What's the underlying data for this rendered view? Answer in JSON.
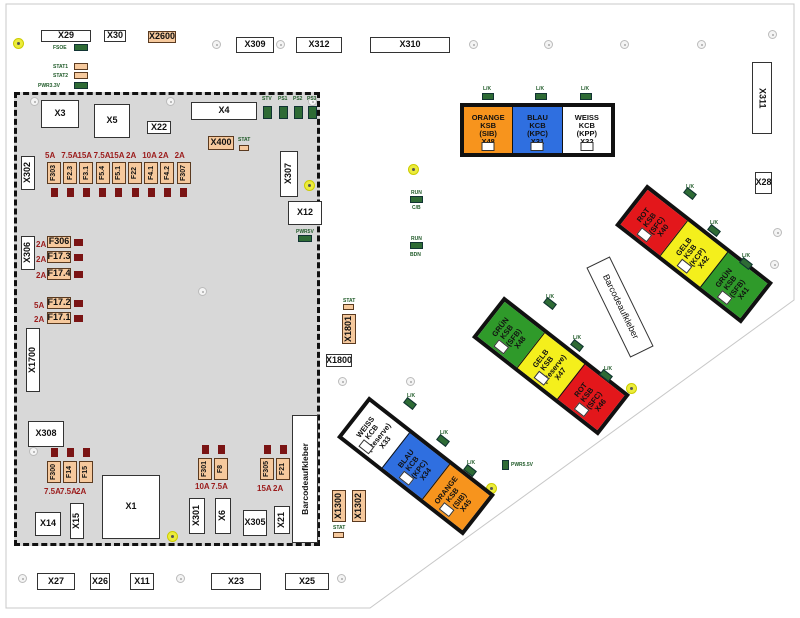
{
  "colors": {
    "orange": "#f7941d",
    "blue": "#2f6fe0",
    "white": "#ffffff",
    "red": "#e3171b",
    "yellow": "#f4ef1c",
    "green": "#2f9a2a",
    "fuse_body": "#f6c99d",
    "fuse_dark": "#7a1414",
    "panel_gray": "#d8d8d8",
    "led_green": "#2e6b35"
  },
  "top_connectors": {
    "x29": "X29",
    "x30": "X30",
    "x2600": "X2600",
    "x309": "X309",
    "x312": "X312",
    "x310": "X310",
    "x311": "X311",
    "x28": "X28"
  },
  "status_leds": {
    "fsoe": "FSOE",
    "stat1": "STAT1",
    "stat2": "STAT2",
    "pwr33": "PWR3.3V",
    "stv": "STV",
    "ps1": "PS1",
    "ps2": "PS2",
    "ps3": "PS3",
    "stat_x400": "STAT",
    "run1": "RUN",
    "cb": "C/B",
    "run2": "RUN",
    "bdn": "BDN",
    "pwr5": "PWR5V",
    "stat_x1801": "STAT",
    "stat_x1300": "STAT",
    "pwr5_right": "PWR5.5V",
    "lk": "L/K"
  },
  "panel": {
    "x3": "X3",
    "x5": "X5",
    "x22": "X22",
    "x4": "X4",
    "x400": "X400",
    "x302": "X302",
    "x307": "X307",
    "x12": "X12",
    "x306": "X306",
    "x1700": "X1700",
    "x308": "X308",
    "x1": "X1",
    "x14": "X14",
    "x15": "X15",
    "x301": "X301",
    "x6": "X6",
    "x305": "X305",
    "x21": "X21",
    "barcode": "Barcodeaufkleber"
  },
  "fuse_row_top": {
    "amps": [
      "5A",
      "7.5A",
      "15A",
      "7.5A",
      "15A",
      "2A",
      "10A",
      "2A",
      "2A"
    ],
    "labels": [
      "F303",
      "F2.3",
      "F3.1",
      "F5.4",
      "F5.1",
      "F22",
      "F4.1",
      "F4.2",
      "F307"
    ]
  },
  "fuse_col_left": {
    "amps_a": [
      "2A",
      "2A"
    ],
    "labels_a": [
      "F306",
      "F17.3"
    ],
    "amp_b": "2A",
    "label_b": "F17.4",
    "amps_c": [
      "5A",
      "2A"
    ],
    "labels_c": [
      "F17.2",
      "F17.1"
    ]
  },
  "fuse_bottom_left": {
    "labels": [
      "F300",
      "F14",
      "F15"
    ],
    "amps": [
      "7.5A",
      "7.5A",
      "2A"
    ]
  },
  "fuse_bottom_mid": {
    "labels": [
      "F301",
      "F8"
    ],
    "amps": [
      "10A",
      "7.5A"
    ]
  },
  "fuse_bottom_right": {
    "labels": [
      "F305",
      "F21"
    ],
    "amps": [
      "15A",
      "2A"
    ]
  },
  "mid_connectors": {
    "x1801": "X1801",
    "x1800": "X1800",
    "x1300": "X1300",
    "x1302": "X1302",
    "barcode2": "Barcodeaufkleber"
  },
  "bottom_connectors": {
    "x27": "X27",
    "x26": "X26",
    "x11": "X11",
    "x23": "X23",
    "x25": "X25"
  },
  "relay_top": [
    {
      "lines": [
        "ORANGE",
        "KSB",
        "(SIB)",
        "X48"
      ]
    },
    {
      "lines": [
        "BLAU",
        "KCB",
        "(KPC)",
        "X31"
      ]
    },
    {
      "lines": [
        "WEISS",
        "KCB",
        "(KPP)",
        "X32"
      ]
    }
  ],
  "relay_r1": [
    {
      "lines": [
        "ROT",
        "KSB",
        "(SFC)",
        "X40"
      ]
    },
    {
      "lines": [
        "GELB",
        "KSB",
        "(KCP)",
        "X42"
      ]
    },
    {
      "lines": [
        "GRÜN",
        "KSB",
        "(SFB)",
        "X41"
      ]
    }
  ],
  "relay_r2": [
    {
      "lines": [
        "GRÜN",
        "KSB",
        "(SFB)",
        "X48"
      ]
    },
    {
      "lines": [
        "GELB",
        "KSB",
        "(Reserve)",
        "X47"
      ]
    },
    {
      "lines": [
        "ROT",
        "KSB",
        "(SFC)",
        "X46"
      ]
    }
  ],
  "relay_r3": [
    {
      "lines": [
        "WEISS",
        "KCB",
        "(Reserve)",
        "X33"
      ]
    },
    {
      "lines": [
        "BLAU",
        "KCB",
        "(KPC)",
        "X34"
      ]
    },
    {
      "lines": [
        "ORANGE",
        "KSB",
        "(SIB)",
        "X45"
      ]
    }
  ]
}
